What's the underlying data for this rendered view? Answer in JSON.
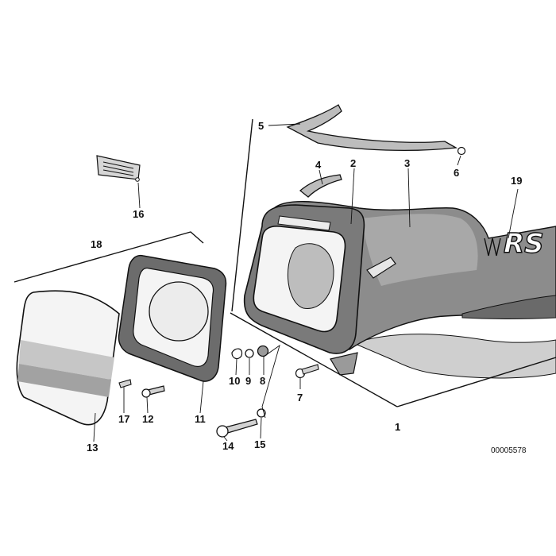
{
  "diagram": {
    "reference_number": "00005578",
    "decal_text": "RS",
    "callouts": {
      "p1": "1",
      "p2": "2",
      "p3": "3",
      "p4": "4",
      "p5": "5",
      "p6": "6",
      "p7": "7",
      "p8": "8",
      "p9": "9",
      "p10": "10",
      "p11": "11",
      "p12": "12",
      "p13": "13",
      "p14": "14",
      "p15": "15",
      "p16": "16",
      "p17": "17",
      "p18": "18",
      "p19": "19"
    }
  }
}
